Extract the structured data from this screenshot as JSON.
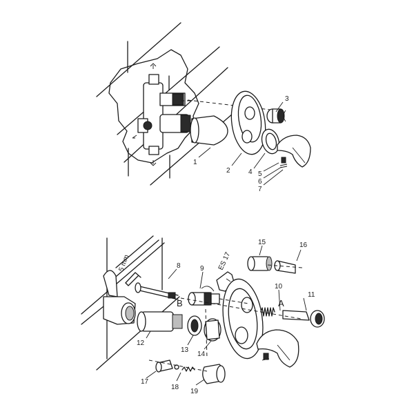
{
  "top_labels": [
    "1",
    "2",
    "3",
    "4",
    "5",
    "6",
    "7"
  ],
  "bottom_labels": [
    "8",
    "9",
    "10",
    "11",
    "12",
    "13",
    "14",
    "15",
    "16",
    "17",
    "18",
    "19"
  ],
  "letter_a": "A",
  "letter_b": "B",
  "allen_key_text": "5 mm",
  "spanner_text": "ES 17"
}
